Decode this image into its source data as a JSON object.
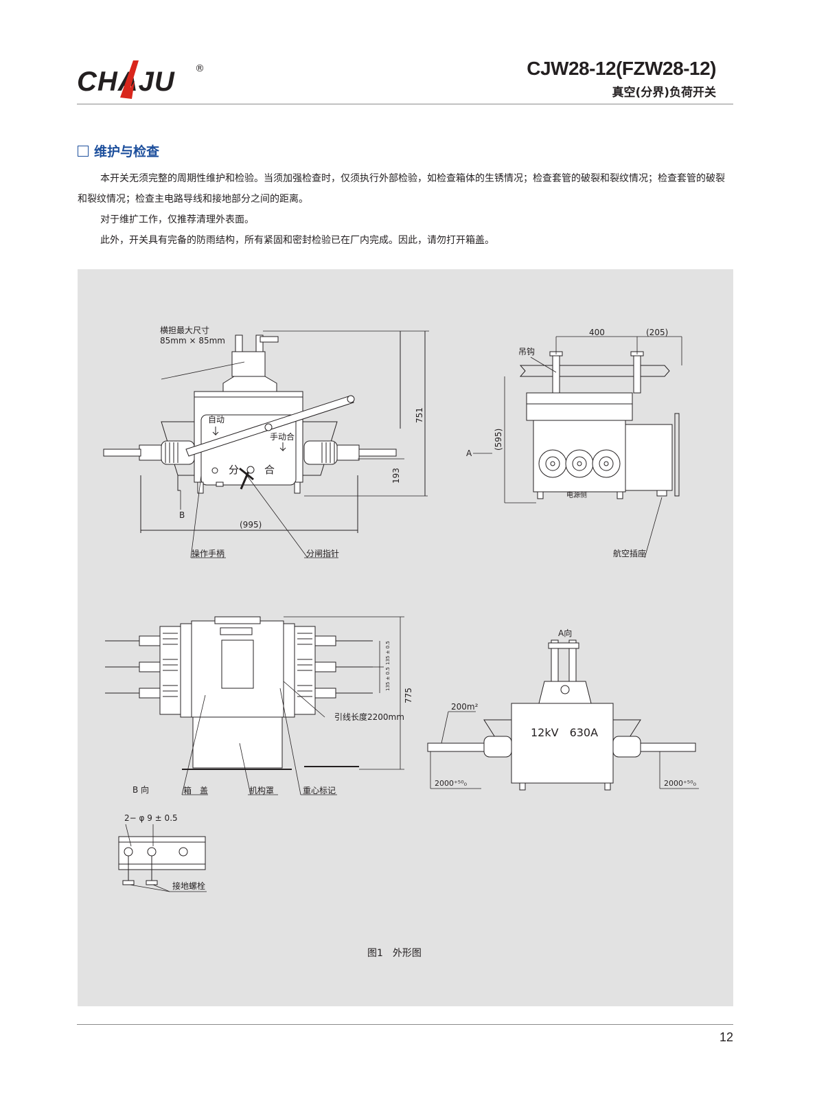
{
  "header": {
    "logo_text": "CHAJU",
    "logo_mark": "®",
    "model": "CJW28-12(FZW28-12)",
    "subtitle": "真空(分界)负荷开关"
  },
  "section": {
    "title": "维护与检查",
    "paragraphs": [
      "本开关无须完整的周期性维护和检验。当须加强检查时，仅须执行外部检验，如检查箱体的生锈情况；检查套管的破裂和裂纹情况；检查套管的破裂和裂纹情况；检查主电路导线和接地部分之间的距离。",
      "对于维扩工作，仅推荐清理外表面。",
      "此外，开关具有完备的防雨结构，所有紧固和密封检验已在厂内完成。因此，请勿打开箱盖。"
    ]
  },
  "figure": {
    "caption": "图1　外形图",
    "front": {
      "crossarm_label_1": "横担最大尺寸",
      "crossarm_label_2": "85mm × 85mm",
      "auto": "自动",
      "manual_close": "手动合",
      "open": "分",
      "close": "合",
      "height": "751",
      "height_low": "193",
      "width": "(995)",
      "b_marker": "B",
      "handle": "操作手柄",
      "indicator": "分闸指针"
    },
    "side": {
      "dim_400": "400",
      "dim_205": "(205)",
      "hook": "吊钩",
      "dim_595": "(595)",
      "a_marker": "A",
      "power_side": "电源侧",
      "socket": "航空插座"
    },
    "top": {
      "dim_135a": "135 ± 0.5",
      "dim_135b": "135 ± 0.5",
      "dim_775": "775",
      "lead_length": "引线长度2200mm",
      "view_b": "B 向",
      "cover": "箱　盖",
      "mechanism": "机构罩",
      "cg_mark": "重心标记"
    },
    "a_view": {
      "title": "A向",
      "area": "200m²",
      "rating": "12kV　630A",
      "lead_left": "2000⁺⁵⁰₀",
      "lead_right": "2000⁺⁵⁰₀"
    },
    "mount": {
      "holes": "2− φ 9 ± 0.5",
      "bolts": "接地螺栓"
    }
  },
  "footer": {
    "page_number": "12"
  }
}
